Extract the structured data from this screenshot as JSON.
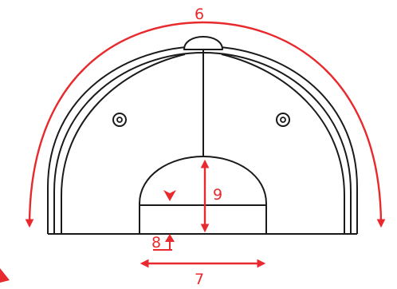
{
  "diagram": {
    "type": "cap-back-measurement",
    "labels": {
      "arc_circumference": "6",
      "opening_width": "7",
      "strap_height": "8",
      "opening_height": "9"
    },
    "colors": {
      "outline": "#1a1a1a",
      "dimension": "#e8292d",
      "background": "#ffffff"
    }
  }
}
